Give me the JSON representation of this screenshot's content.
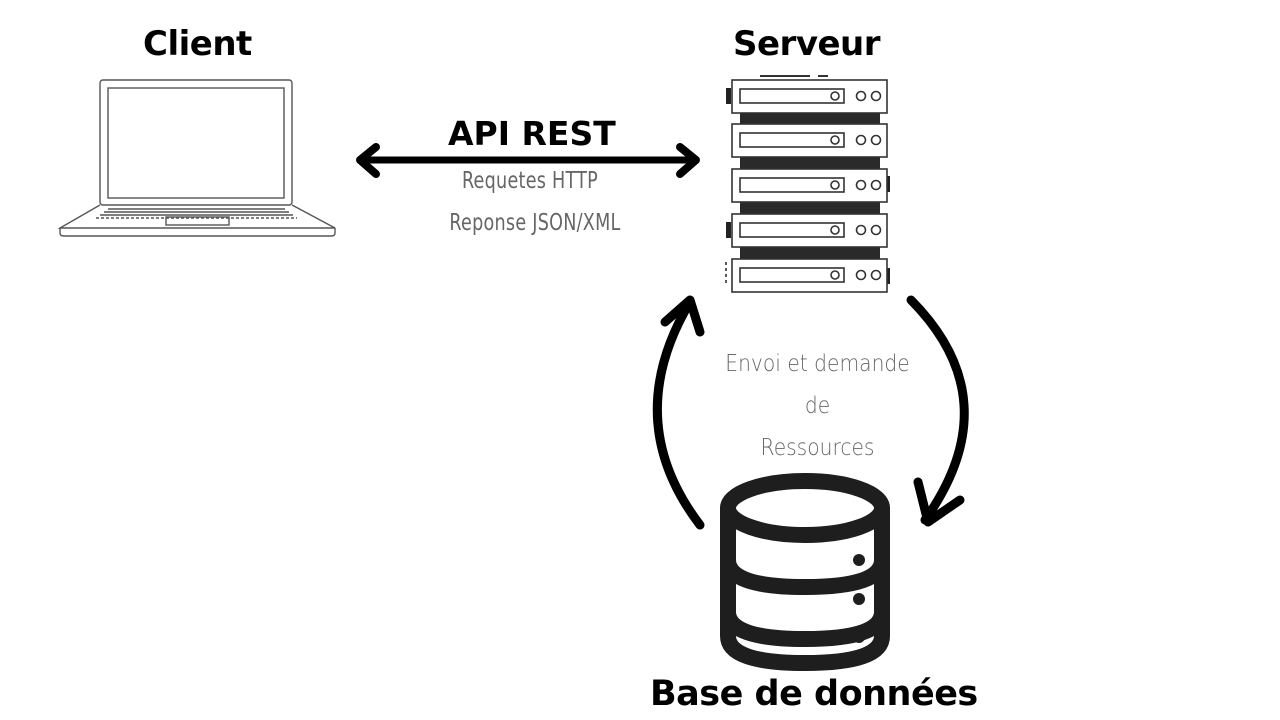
{
  "nodes": {
    "client": "Client",
    "server": "Serveur",
    "database": "Base de données"
  },
  "api": {
    "title": "API REST",
    "request": "Requetes HTTP",
    "response": "Reponse JSON/XML"
  },
  "cycle": {
    "line1": "Envoi et demande",
    "line2": "de",
    "line3": "Ressources"
  },
  "colors": {
    "ink": "#000000",
    "label_gray": "#666666",
    "line_gray": "#555555"
  }
}
